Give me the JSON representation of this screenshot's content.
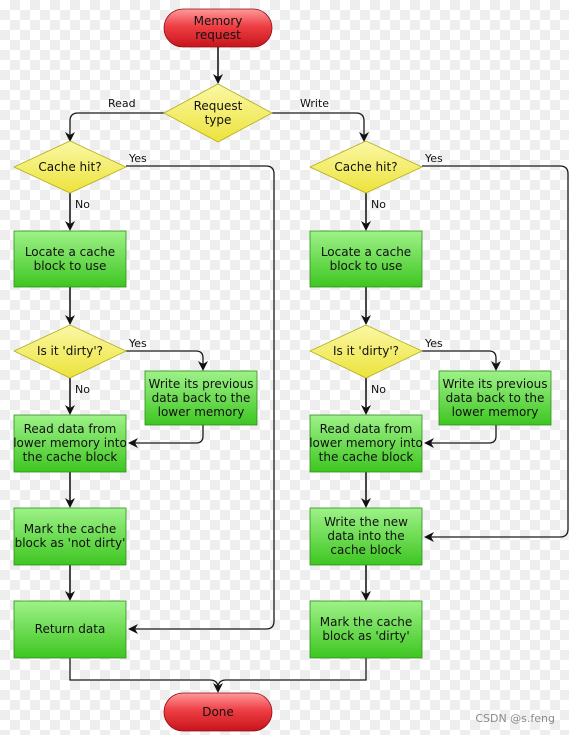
{
  "nodes": {
    "start": "Memory\nrequest",
    "request_type": "Request\ntype",
    "left": {
      "cache_hit": "Cache hit?",
      "locate": "Locate a cache\nblock to use",
      "dirty": "Is it 'dirty'?",
      "write_back": "Write its previous\ndata back to the\nlower memory",
      "read": "Read data from\nlower memory into\nthe cache block",
      "mark": "Mark the cache\nblock as 'not dirty'",
      "return": "Return data"
    },
    "right": {
      "cache_hit": "Cache hit?",
      "locate": "Locate a cache\nblock to use",
      "dirty": "Is it 'dirty'?",
      "write_back": "Write its previous\ndata back to the\nlower memory",
      "read": "Read data from\nlower memory into\nthe cache block",
      "write_new": "Write the new\ndata into the\ncache block",
      "mark": "Mark the cache\nblock as 'dirty'"
    },
    "done": "Done"
  },
  "edges": {
    "read": "Read",
    "write": "Write",
    "left_hit_yes": "Yes",
    "left_hit_no": "No",
    "left_dirty_yes": "Yes",
    "left_dirty_no": "No",
    "right_hit_yes": "Yes",
    "right_hit_no": "No",
    "right_dirty_yes": "Yes",
    "right_dirty_no": "No"
  },
  "watermark": "CSDN @s.feng",
  "colors": {
    "terminal": "#e8323c",
    "decision": "#f2ea4e",
    "process": "#4fd42c"
  }
}
